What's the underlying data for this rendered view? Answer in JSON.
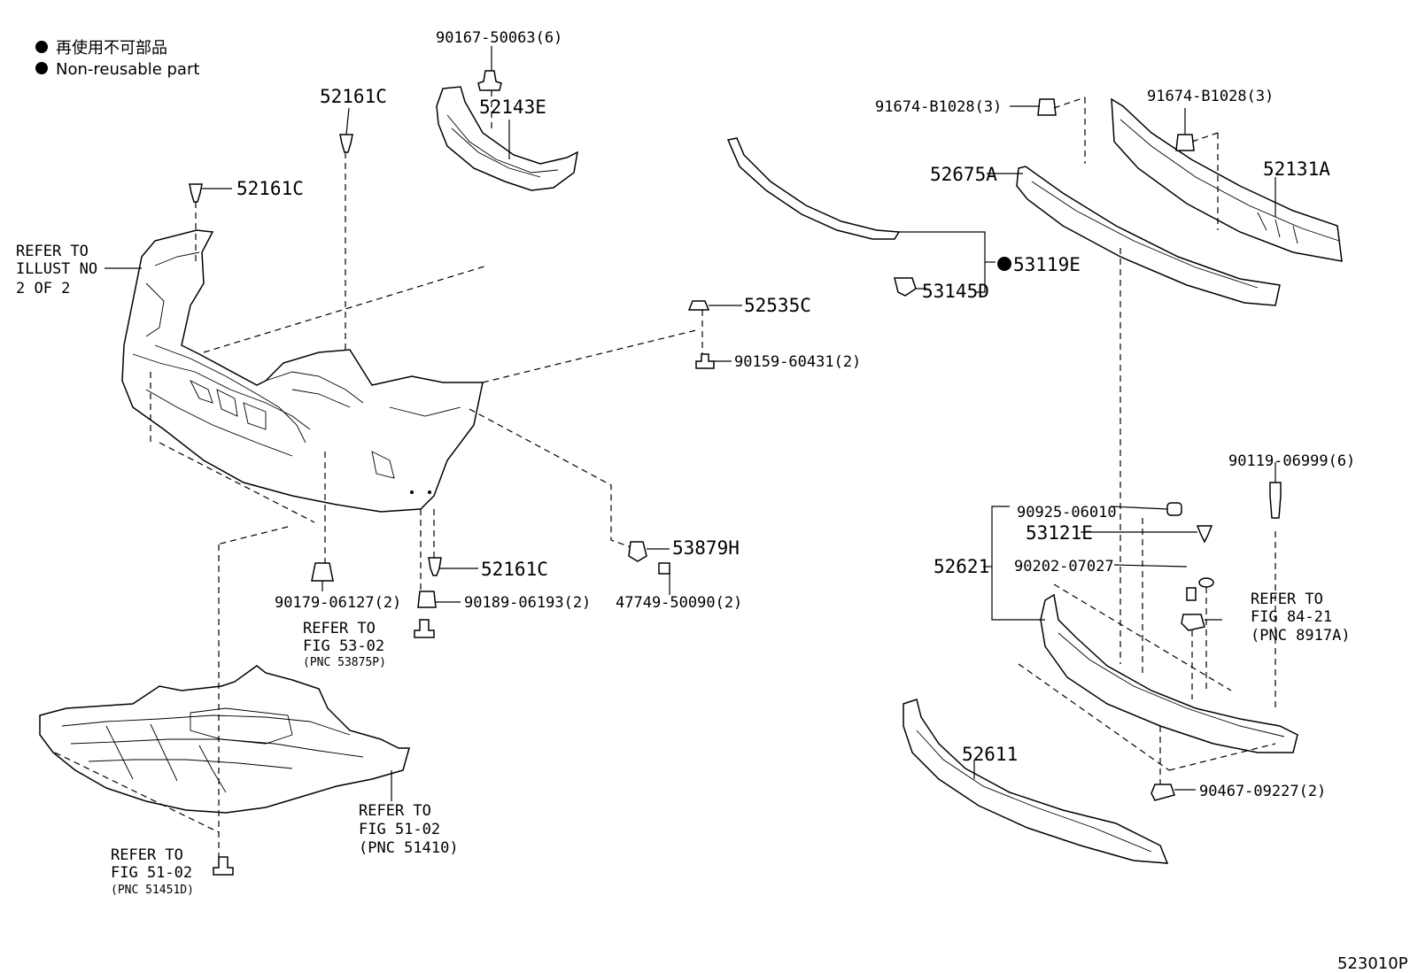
{
  "legend": {
    "line_jp": "再使用不可部品",
    "line_en": "Non-reusable part"
  },
  "labels": {
    "p90167": "90167-50063(6)",
    "p52143E": "52143E",
    "p52161C_top": "52161C",
    "p52161C_left": "52161C",
    "p52161C_bottom": "52161C",
    "refer_illust_1": "REFER TO",
    "refer_illust_2": "ILLUST NO",
    "refer_illust_3": "2 OF 2",
    "p52535C": "52535C",
    "p90159": "90159-60431(2)",
    "p53879H": "53879H",
    "p47749": "47749-50090(2)",
    "p90179": "90179-06127(2)",
    "p90189": "90189-06193(2)",
    "refer_5302_1": "REFER TO",
    "refer_5302_2": "FIG 53-02",
    "refer_5302_3": "(PNC 53875P)",
    "refer_5102a_1": "REFER TO",
    "refer_5102a_2": "FIG 51-02",
    "refer_5102a_3": "(PNC 51410)",
    "refer_5102b_1": "REFER TO",
    "refer_5102b_2": "FIG 51-02",
    "refer_5102b_3": "(PNC 51451D)",
    "p91674_left": "91674-B1028(3)",
    "p91674_right": "91674-B1028(3)",
    "p52131A": "52131A",
    "p52675A": "52675A",
    "p53119E": "53119E",
    "p53145D": "53145D",
    "p90119": "90119-06999(6)",
    "p90925": "90925-06010",
    "p53121E": "53121E",
    "p52621": "52621",
    "p90202": "90202-07027",
    "refer_8421_1": "REFER TO",
    "refer_8421_2": "FIG 84-21",
    "refer_8421_3": "(PNC 8917A)",
    "p52611": "52611",
    "p90467": "90467-09227(2)",
    "diagram_id": "523010P"
  },
  "non_reusable_marker": "●"
}
